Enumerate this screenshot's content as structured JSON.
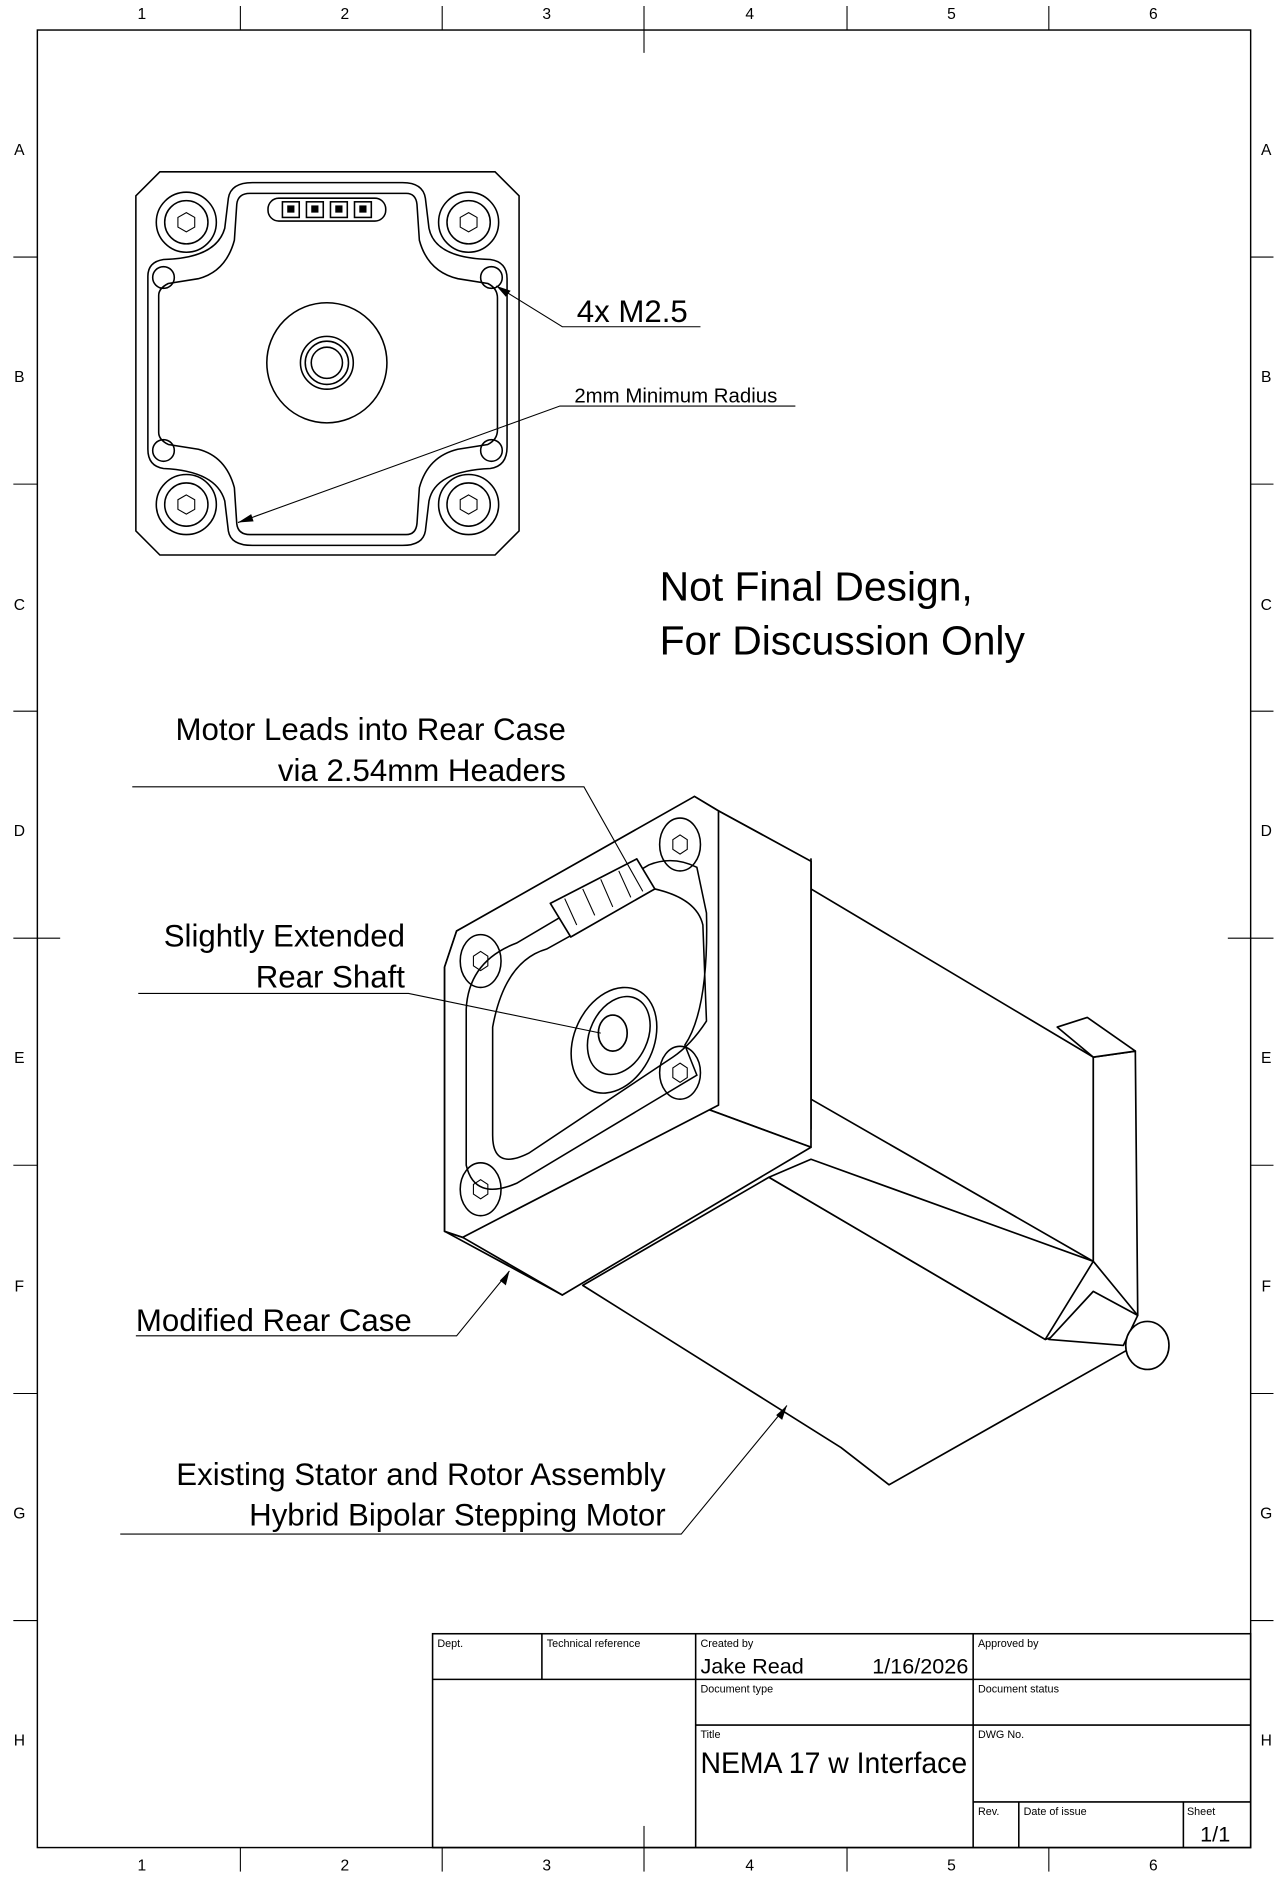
{
  "border": {
    "columns": [
      "1",
      "2",
      "3",
      "4",
      "5",
      "6"
    ],
    "rows": [
      "A",
      "B",
      "C",
      "D",
      "E",
      "F",
      "G",
      "H"
    ]
  },
  "annotations": {
    "holes": "4x M2.5",
    "radius": "2mm Minimum Radius",
    "note_line1": "Not Final Design,",
    "note_line2": "For Discussion Only",
    "leads_line1": "Motor Leads into Rear Case",
    "leads_line2": "via 2.54mm Headers",
    "shaft_line1": "Slightly Extended",
    "shaft_line2": "Rear Shaft",
    "rear_case": "Modified Rear Case",
    "stator_line1": "Existing Stator and Rotor Assembly",
    "stator_line2": "Hybrid Bipolar Stepping Motor"
  },
  "title_block": {
    "dept_label": "Dept.",
    "tech_ref_label": "Technical reference",
    "created_by_label": "Created by",
    "created_by": "Jake Read",
    "created_date": "1/16/2026",
    "approved_by_label": "Approved by",
    "doc_type_label": "Document type",
    "doc_status_label": "Document status",
    "title_label": "Title",
    "title": "NEMA 17 w Interface",
    "dwg_no_label": "DWG No.",
    "rev_label": "Rev.",
    "date_issue_label": "Date of issue",
    "sheet_label": "Sheet",
    "sheet": "1/1"
  }
}
